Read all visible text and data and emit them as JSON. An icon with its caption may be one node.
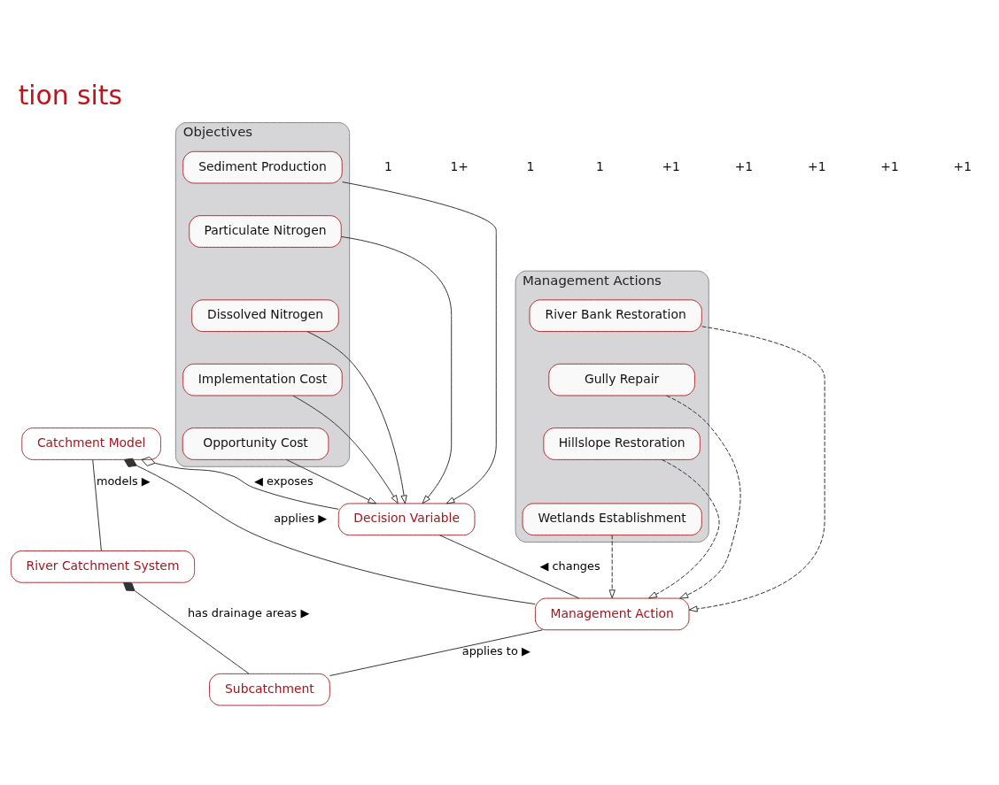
{
  "diagram": {
    "title": "tion sits",
    "nodes": [
      {
        "text": [
          "River Catchment System"
        ]
      },
      {
        "text": [
          "Catchment Model"
        ]
      },
      {
        "text": [
          "Subcatchment"
        ]
      },
      {
        "text": [
          "Decision Variable"
        ]
      },
      {
        "text": [
          "Management Action"
        ]
      },
      {
        "text": [
          "Objectives"
        ]
      },
      {
        "text": [
          "Sediment Production"
        ],
        "in": 5
      },
      {
        "text": [
          "Particulate Nitrogen"
        ],
        "in": 5
      },
      {
        "text": [
          "Dissolved Nitrogen"
        ],
        "in": 5
      },
      {
        "text": [
          "Implementation Cost"
        ],
        "in": 5
      },
      {
        "text": [
          "Opportunity Cost"
        ],
        "in": 5
      },
      {
        "text": [
          "Management Actions"
        ]
      },
      {
        "text": [
          "River Bank Restoration"
        ],
        "in": 11
      },
      {
        "text": [
          "Gully Repair"
        ],
        "in": 11
      },
      {
        "text": [
          "Hillslope Restoration"
        ],
        "in": 11
      },
      {
        "text": [
          "Wetlands Establishment"
        ],
        "in": 11
      }
    ],
    "edges": [
      {
        "from": 1,
        "to": 0,
        "arrow": "none",
        "label": "models ▶"
      },
      {
        "from": 0,
        "to": 2,
        "arrow": "other",
        "label": "has drainage areas ▶"
      },
      {
        "from": 1,
        "to": 3,
        "arrow": "other",
        "label": "◀ exposes"
      },
      {
        "from": 1,
        "to": 4,
        "arrow": "other",
        "label": "applies ▶"
      },
      {
        "from": 4,
        "to": 2,
        "arrow": "none",
        "label": "applies to ▶"
      },
      {
        "from": 3,
        "to": 4,
        "arrow": "none",
        "label": "◀ changes"
      },
      {
        "from": 6,
        "to": 3,
        "arrow": "to"
      },
      {
        "from": 7,
        "to": 3,
        "arrow": "to"
      },
      {
        "from": 8,
        "to": 3,
        "arrow": "to"
      },
      {
        "from": 9,
        "to": 3,
        "arrow": "to"
      },
      {
        "from": 10,
        "to": 3,
        "arrow": "to"
      },
      {
        "from": 12,
        "to": 4,
        "arrow": "to",
        "style": "dashed"
      },
      {
        "from": 13,
        "to": 4,
        "arrow": "to",
        "style": "dashed"
      },
      {
        "from": 14,
        "to": 4,
        "arrow": "to",
        "style": "dashed"
      },
      {
        "from": 15,
        "to": 4,
        "arrow": "to",
        "style": "dashed"
      }
    ],
    "labels": [
      "1",
      "1+",
      "1",
      "1",
      "+1",
      "+1",
      "+1",
      "+1",
      "+1"
    ]
  }
}
